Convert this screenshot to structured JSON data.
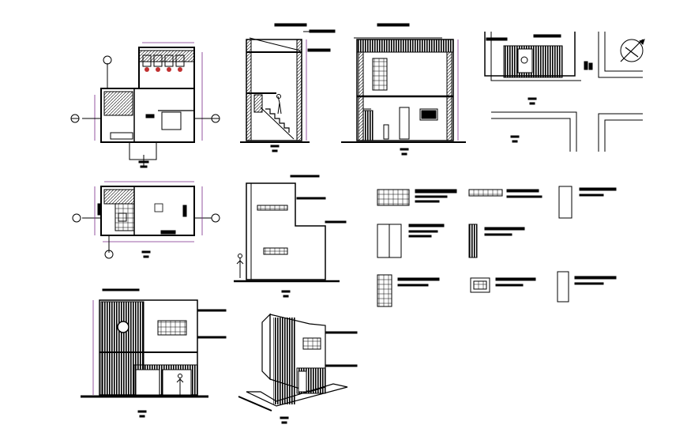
{
  "sheet": {
    "background": "#ffffff",
    "line_color": "#000000",
    "dimension_color": "#7a2a8a"
  },
  "views": [
    {
      "name": "ground-floor-plan"
    },
    {
      "name": "staircase-section"
    },
    {
      "name": "longitudinal-section"
    },
    {
      "name": "site-plan-detail"
    },
    {
      "name": "north-arrow-icon"
    },
    {
      "name": "first-floor-plan"
    },
    {
      "name": "side-elevation"
    },
    {
      "name": "front-elevation"
    },
    {
      "name": "perspective-view"
    },
    {
      "name": "window-and-door-details"
    }
  ]
}
